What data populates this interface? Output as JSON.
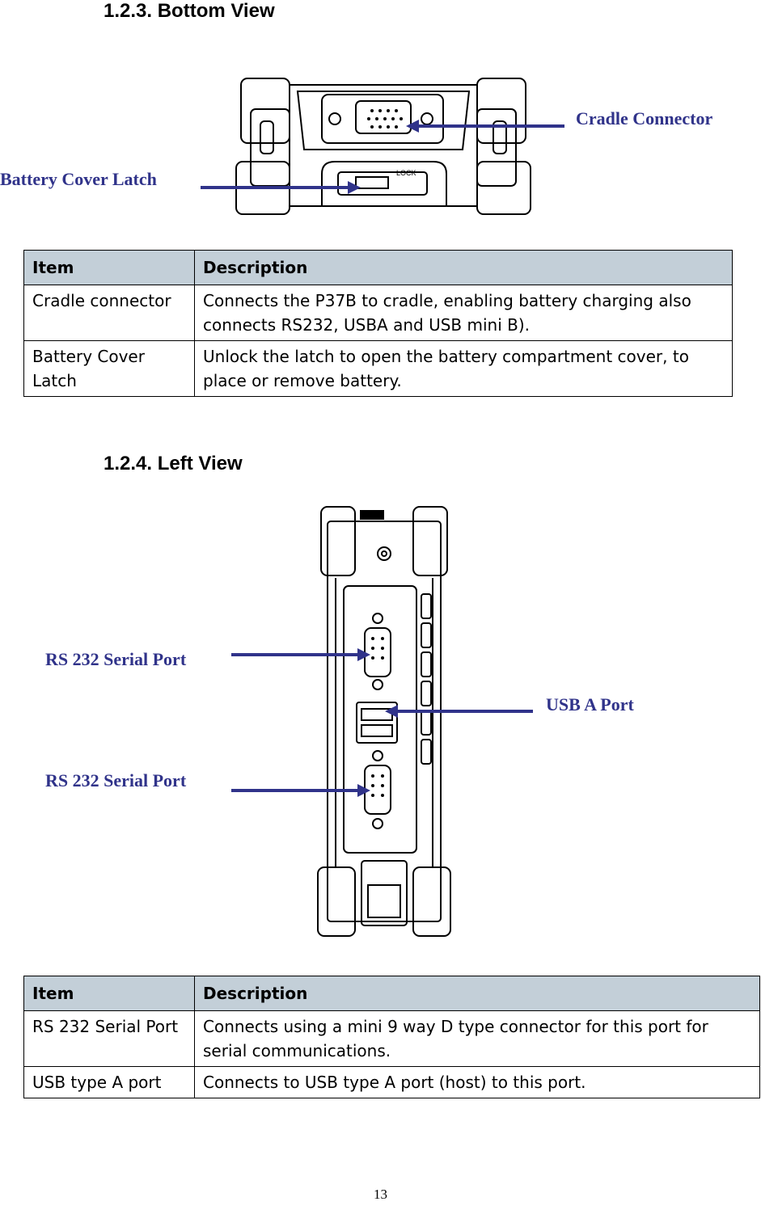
{
  "bottom_view": {
    "heading": "1.2.3. Bottom View",
    "callouts": {
      "cradle_connector": "Cradle Connector",
      "battery_cover_latch": "Battery Cover Latch"
    },
    "table": {
      "headers": [
        "Item",
        "Description"
      ],
      "rows": [
        [
          "Cradle connector",
          "Connects the P37B to cradle, enabling battery charging also connects RS232, USBA and USB mini B)."
        ],
        [
          "Battery Cover Latch",
          "Unlock the latch to open the battery compartment cover, to place or remove battery."
        ]
      ]
    }
  },
  "left_view": {
    "heading": "1.2.4. Left View",
    "callouts": {
      "rs232_top": "RS 232 Serial Port",
      "usb_a": "USB A Port",
      "rs232_bottom": "RS 232 Serial Port"
    },
    "table": {
      "headers": [
        "Item",
        "Description"
      ],
      "rows": [
        [
          "RS 232 Serial Port",
          "Connects using a mini 9 way D type connector for this port for serial communications."
        ],
        [
          "USB type A port",
          "Connects to USB type A port (host) to this port."
        ]
      ]
    }
  },
  "diagram_text": {
    "lock_label": "LOCK"
  },
  "page_number": "13"
}
